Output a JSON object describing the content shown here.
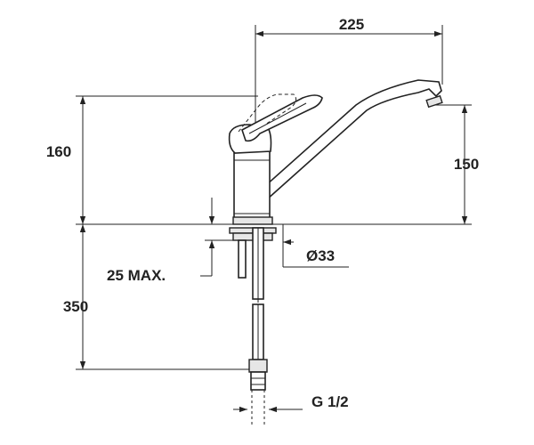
{
  "dimensions": {
    "spout_reach": "225",
    "total_height": "160",
    "spout_height": "150",
    "max_thickness": "25 MAX.",
    "hole_diameter": "Ø33",
    "hose_length": "350",
    "thread": "G 1/2"
  }
}
